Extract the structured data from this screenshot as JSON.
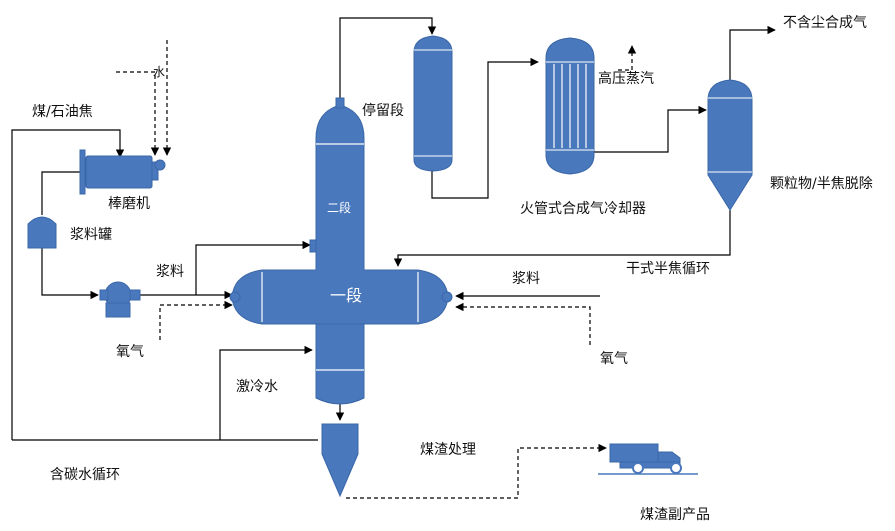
{
  "labels": {
    "coal_petcoke": "煤/石油焦",
    "water": "水",
    "rod_mill": "棒磨机",
    "slurry_tank": "浆料罐",
    "slurry_left": "浆料",
    "oxygen_left": "氧气",
    "quench_water": "激冷水",
    "carbon_water_cycle": "含碳水循环",
    "stage_two": "二段",
    "stage_one": "一段",
    "residence_section": "停留段",
    "hp_steam": "高压蒸汽",
    "fire_tube_cooler": "火管式合成气冷却器",
    "dust_free_syngas": "不含尘合成气",
    "particle_char_removal": "颗粒物/半焦脱除",
    "dry_char_recycle": "干式半焦循环",
    "slurry_right": "浆料",
    "oxygen_right": "氧气",
    "slag_treatment": "煤渣处理",
    "slag_byproduct": "煤渣副产品"
  },
  "colors": {
    "equipment": "#4a78bc",
    "line": "#000000",
    "background": "#ffffff"
  },
  "icons": [
    "arrow-head",
    "truck-icon",
    "pump-icon"
  ]
}
